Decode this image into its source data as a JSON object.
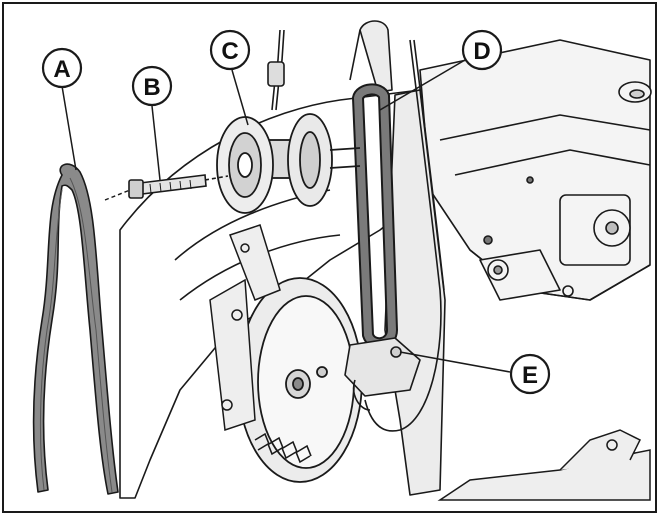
{
  "figure": {
    "callouts": [
      {
        "id": "A",
        "label": "A",
        "part": "drive-belt"
      },
      {
        "id": "B",
        "label": "B",
        "part": "bolt"
      },
      {
        "id": "C",
        "label": "C",
        "part": "idler-pulley"
      },
      {
        "id": "D",
        "label": "D",
        "part": "belt"
      },
      {
        "id": "E",
        "label": "E",
        "part": "bracket"
      }
    ],
    "colors": {
      "line": "#1a1a1a",
      "belt_fill": "#7a7a7a",
      "metal_fill": "#e9e9e9",
      "engine_fill": "#f4f4f4",
      "callout_bg": "#ffffff"
    }
  }
}
